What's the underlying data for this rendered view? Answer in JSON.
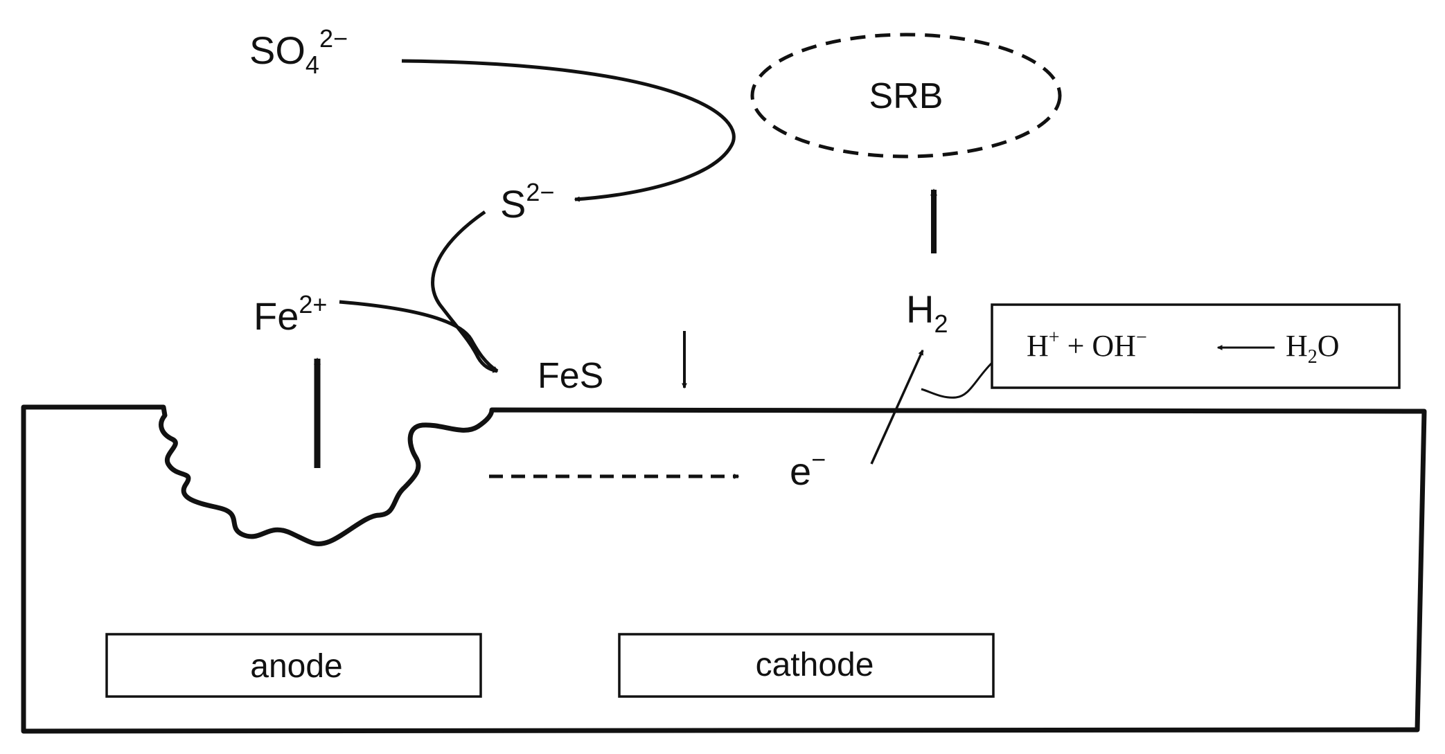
{
  "labels": {
    "sulfate_base": "SO",
    "sulfate_sub": "4",
    "sulfate_sup": "2−",
    "srb": "SRB",
    "sulfide_base": "S",
    "sulfide_sup": "2−",
    "ferrous_base": "Fe",
    "ferrous_sup": "2+",
    "iron_sulfide": "FeS",
    "hydrogen_base": "H",
    "hydrogen_sub": "2",
    "electron_base": "e",
    "electron_sup": "−",
    "anode": "anode",
    "cathode": "cathode"
  },
  "reaction_box": {
    "h": "H",
    "h_sup": "+",
    "plus": " + OH",
    "oh_sup": "−",
    "water_h": "H",
    "water_sub": "2",
    "water_o": "O"
  },
  "colors": {
    "ink": "#111111",
    "background": "#ffffff"
  }
}
